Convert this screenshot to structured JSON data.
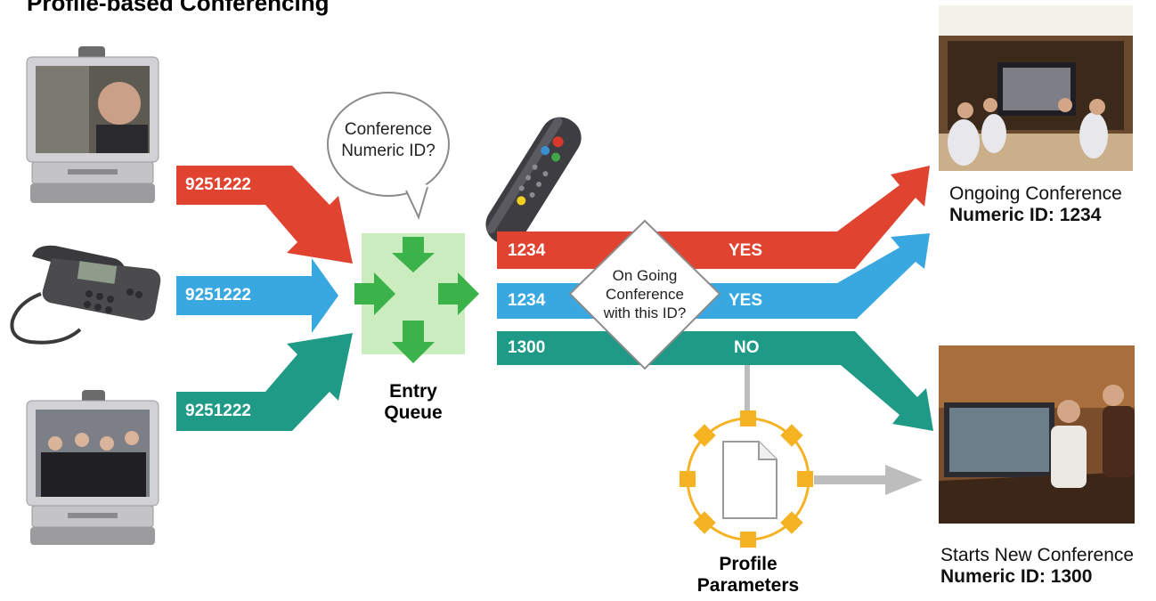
{
  "title": "Profile-based Conferencing",
  "endpoints": {
    "top_video": {
      "number": "9251222",
      "color": "#e0432f"
    },
    "phone": {
      "number": "9251222",
      "color": "#3aa8e0"
    },
    "bottom_video": {
      "number": "9251222",
      "color": "#1f9a86"
    }
  },
  "speech_bubble": {
    "line1": "Conference",
    "line2": "Numeric ID?"
  },
  "entry_queue": {
    "line1": "Entry",
    "line2": "Queue",
    "color": "#9edc8a"
  },
  "decision": {
    "line1": "On Going",
    "line2": "Conference",
    "line3": "with this ID?"
  },
  "routes": [
    {
      "id_label": "1234",
      "answer": "YES",
      "color": "#e0432f"
    },
    {
      "id_label": "1234",
      "answer": "YES",
      "color": "#3aa8e0"
    },
    {
      "id_label": "1300",
      "answer": "NO",
      "color": "#1f9a86"
    }
  ],
  "profile": {
    "line1": "Profile",
    "line2": "Parameters",
    "accent": "#f5b323"
  },
  "ongoing": {
    "line1": "Ongoing Conference",
    "line2": "Numeric ID: 1234"
  },
  "new_conf": {
    "line1": "Starts New Conference",
    "line2": "Numeric ID: 1300"
  }
}
